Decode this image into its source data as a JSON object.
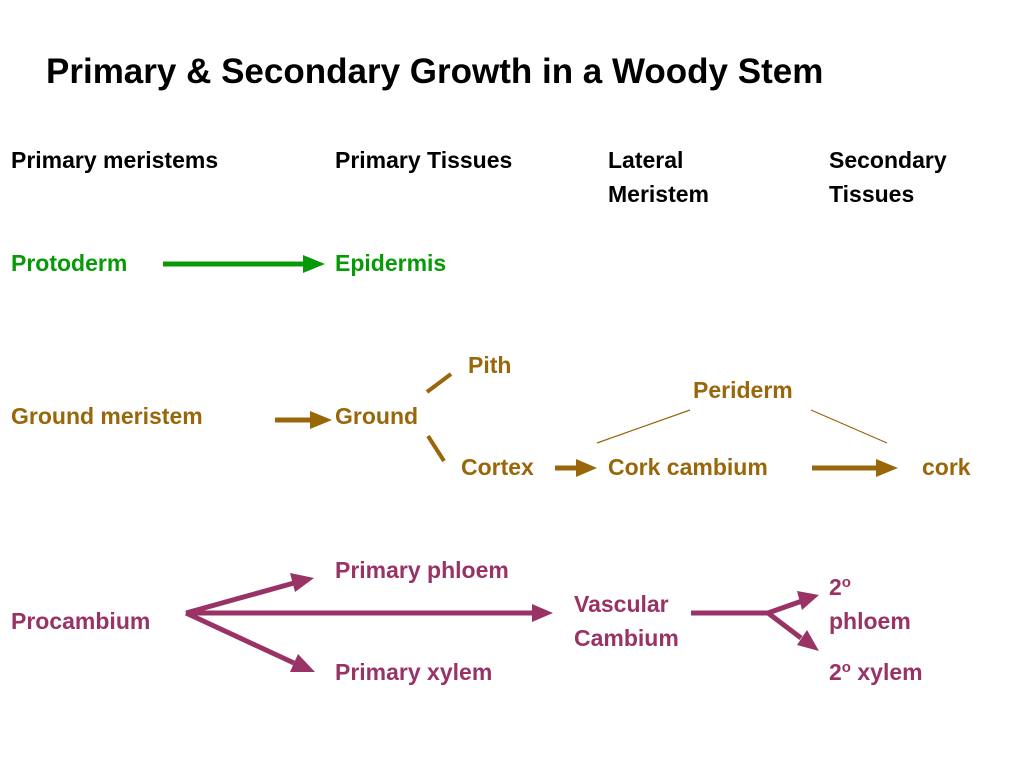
{
  "title": "Primary & Secondary Growth in a Woody Stem",
  "headers": {
    "primary_meristems": "Primary meristems",
    "primary_tissues": "Primary Tissues",
    "lateral_line1": "Lateral",
    "lateral_line2": "Meristem",
    "secondary_line1": "Secondary",
    "secondary_line2": "Tissues"
  },
  "dermal": {
    "protoderm": "Protoderm",
    "epidermis": "Epidermis"
  },
  "ground": {
    "ground_meristem": "Ground meristem",
    "ground": "Ground",
    "pith": "Pith",
    "cortex": "Cortex",
    "cork_cambium": "Cork cambium",
    "cork": "cork",
    "periderm": "Periderm"
  },
  "vascular": {
    "procambium": "Procambium",
    "primary_phloem": "Primary phloem",
    "primary_xylem": "Primary xylem",
    "vascular_line1": "Vascular",
    "vascular_line2": "Cambium",
    "secondary_phloem_num": "2",
    "secondary_phloem_sup": "o",
    "secondary_phloem_word": "phloem",
    "secondary_xylem_num": "2",
    "secondary_xylem_sup": "o",
    "secondary_xylem_word": " xylem"
  },
  "colors": {
    "dermal": "#079907",
    "ground": "#99660a",
    "vascular": "#993366",
    "header": "#000000"
  }
}
